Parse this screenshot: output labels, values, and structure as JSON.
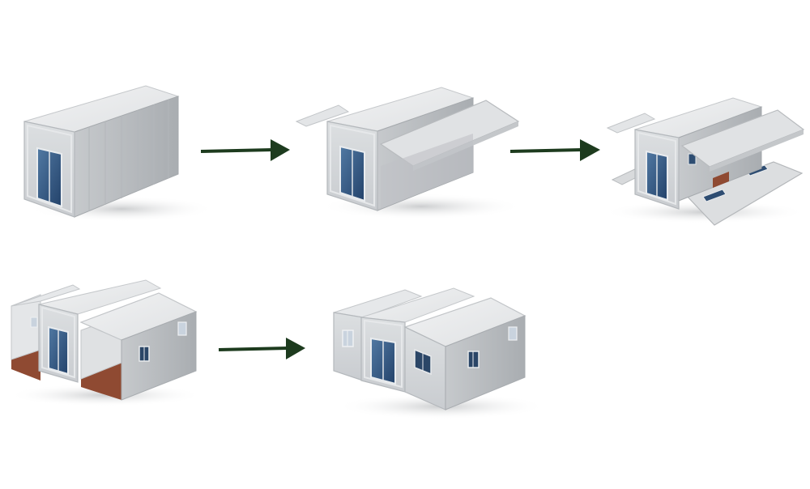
{
  "diagram": {
    "steps": [
      {
        "step": 1,
        "state": "folded-container"
      },
      {
        "step": 2,
        "state": "roof-panel-unfolding"
      },
      {
        "step": 3,
        "state": "floor-and-roof-panels-unfolded"
      },
      {
        "step": 4,
        "state": "side-walls-raising"
      },
      {
        "step": 5,
        "state": "fully-expanded-house"
      }
    ],
    "arrows": [
      {
        "from": 1,
        "to": 2
      },
      {
        "from": 2,
        "to": 3
      },
      {
        "from": 4,
        "to": 5
      }
    ]
  },
  "colors": {
    "roof": "#e8eaec",
    "wall_front": "#d3d6d9",
    "wall_side": "#b9bdc1",
    "frame": "#c7cacd",
    "glass": "#33577f",
    "floor": "#8f4a32",
    "panel": "#dcdee0",
    "arrow": "#1d3b1e",
    "shadow": "#c9cbcd"
  },
  "icons": {
    "arrow": "right-arrow-icon",
    "door": "glass-door-icon",
    "window": "window-icon"
  }
}
